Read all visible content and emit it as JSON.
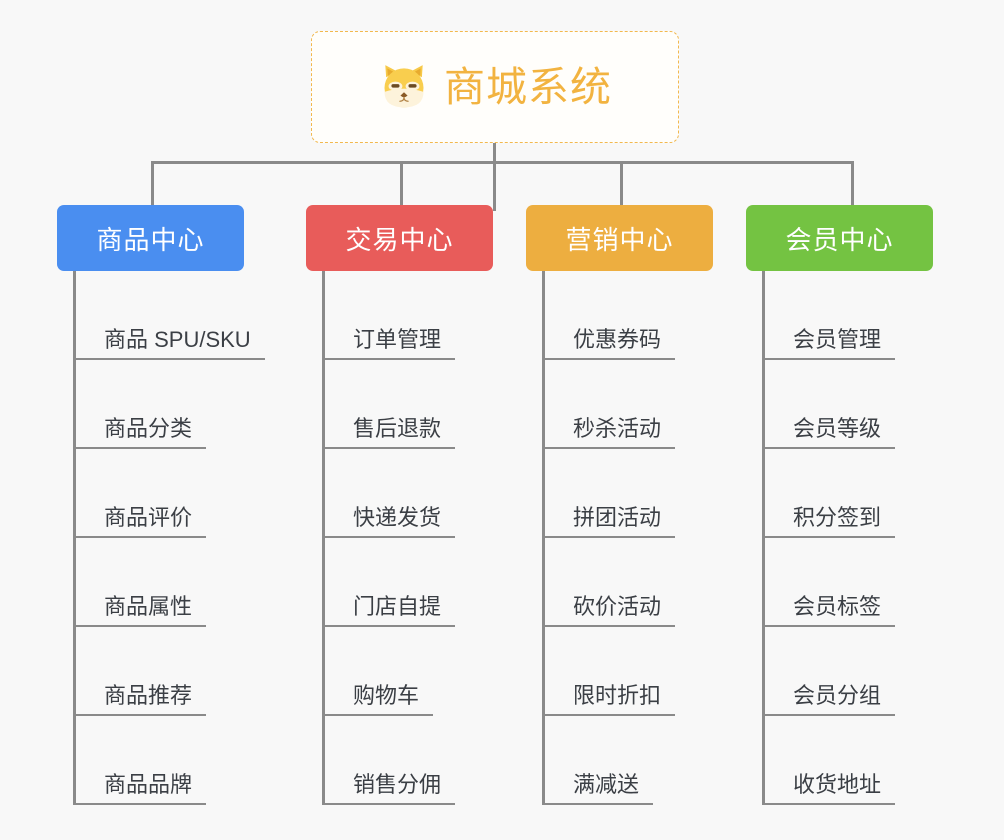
{
  "canvas": {
    "background": "#f8f8f8",
    "line_color": "#8a8a8a"
  },
  "root": {
    "label": "商城系统",
    "icon": "shiba-inu-emoji",
    "text_color": "#f2b340",
    "border_color": "#f2b84e",
    "border_style": "dashed",
    "fill": "#fffefb"
  },
  "branches": [
    {
      "title": "商品中心",
      "color": "#4a8ef0",
      "items": [
        "商品 SPU/SKU",
        "商品分类",
        "商品评价",
        "商品属性",
        "商品推荐",
        "商品品牌"
      ]
    },
    {
      "title": "交易中心",
      "color": "#e85c5a",
      "items": [
        "订单管理",
        "售后退款",
        "快递发货",
        "门店自提",
        "购物车",
        "销售分佣"
      ]
    },
    {
      "title": "营销中心",
      "color": "#edae40",
      "items": [
        "优惠券码",
        "秒杀活动",
        "拼团活动",
        "砍价活动",
        "限时折扣",
        "满减送"
      ]
    },
    {
      "title": "会员中心",
      "color": "#74c342",
      "items": [
        "会员管理",
        "会员等级",
        "积分签到",
        "会员标签",
        "会员分组",
        "收货地址"
      ]
    }
  ]
}
